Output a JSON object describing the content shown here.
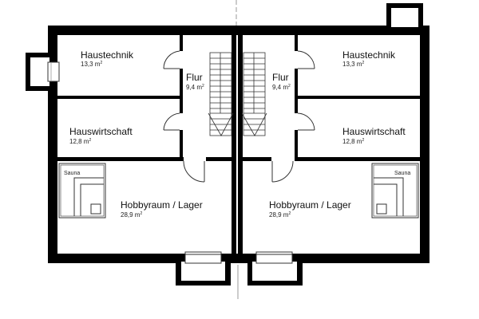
{
  "plan": {
    "type": "floor-plan",
    "level": "basement",
    "units": [
      {
        "side": "left",
        "rooms": [
          {
            "name": "Haustechnik",
            "area": "13,3 m",
            "area_unit_sup": "2"
          },
          {
            "name": "Flur",
            "area": "9,4 m",
            "area_unit_sup": "2"
          },
          {
            "name": "Hauswirtschaft",
            "area": "12,8 m",
            "area_unit_sup": "2"
          },
          {
            "name": "Hobbyraum / Lager",
            "area": "28,9 m",
            "area_unit_sup": "2"
          }
        ],
        "sauna_label": "Sauna"
      },
      {
        "side": "right",
        "rooms": [
          {
            "name": "Haustechnik",
            "area": "13,3 m",
            "area_unit_sup": "2"
          },
          {
            "name": "Flur",
            "area": "9,4 m",
            "area_unit_sup": "2"
          },
          {
            "name": "Hauswirtschaft",
            "area": "12,8 m",
            "area_unit_sup": "2"
          },
          {
            "name": "Hobbyraum / Lager",
            "area": "28,9 m",
            "area_unit_sup": "2"
          }
        ],
        "sauna_label": "Sauna"
      }
    ],
    "colors": {
      "wall": "#000000",
      "line": "#222222",
      "background": "#ffffff",
      "axis": "#888888"
    }
  }
}
